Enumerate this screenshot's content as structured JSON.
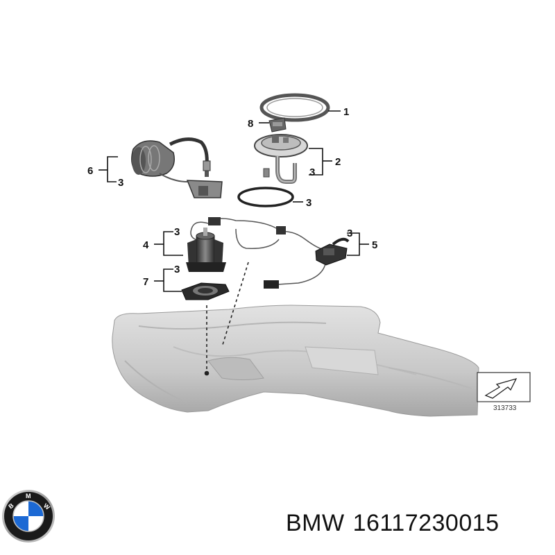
{
  "diagram": {
    "callouts": {
      "c1": "1",
      "c2": "2",
      "c3": "3",
      "c4": "4",
      "c5": "5",
      "c6": "6",
      "c7": "7",
      "c8": "8"
    },
    "reference_number": "313733"
  },
  "logo": {
    "letters": "BMW",
    "colors": {
      "blue": "#1c69d4",
      "white": "#ffffff",
      "ring": "#1a1a1a",
      "chrome": "#a8a8a8"
    }
  },
  "title": {
    "brand": "BMW",
    "part_number": "16117230015"
  },
  "colors": {
    "tank": "#cfcfcf",
    "tank_shadow": "#a9a9a9",
    "line": "#222222"
  }
}
